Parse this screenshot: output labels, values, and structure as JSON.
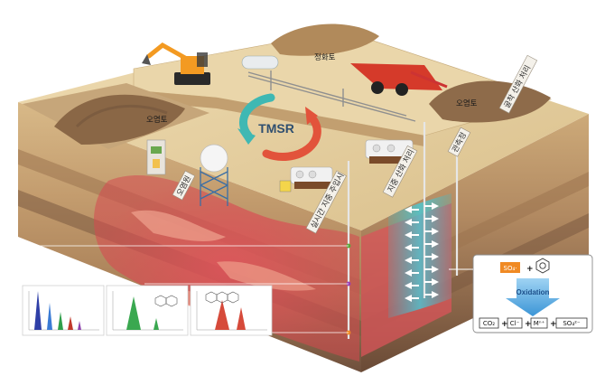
{
  "labels": {
    "contaminated_soil_left": "오염토",
    "purified_soil": "정화토",
    "contaminated_soil_right": "오염토",
    "soil_oxidation_treatment": "굴착 산화 처리",
    "monitoring_well": "관측정",
    "in_situ_oxidation": "지중 산화 처리",
    "realtime_injection": "실시간 지중 주입시",
    "sampling_point": "오염원"
  },
  "cycle": {
    "text": "TMSR",
    "color_left": "#3fb8b3",
    "color_right": "#e2533b"
  },
  "reaction": {
    "reactant_oxidant": "SO₄·",
    "reactant_aromatic_icon": "benzene-icon",
    "process": "Oxidation",
    "products": [
      "CO₂",
      "Cl⁻",
      "Mⁿ⁺",
      "SO₄²⁻"
    ],
    "oxidant_color": "#f08a24",
    "arrow_color": "#4fa7e0"
  },
  "colors": {
    "ground_top": "#e3cfa4",
    "layer_upper": "#c9a87b",
    "layer_mid": "#b48d63",
    "layer_deep": "#8a6448",
    "plume": "#d94b53",
    "flow": "#3fc9d8"
  },
  "icons": {
    "excavator": "excavator-icon",
    "screening_machine": "screening-machine-icon",
    "tank": "storage-tank-icon",
    "sphere_tank": "sphere-tank-icon",
    "dispenser": "dispenser-icon",
    "injection_units": "injection-unit-icon"
  }
}
